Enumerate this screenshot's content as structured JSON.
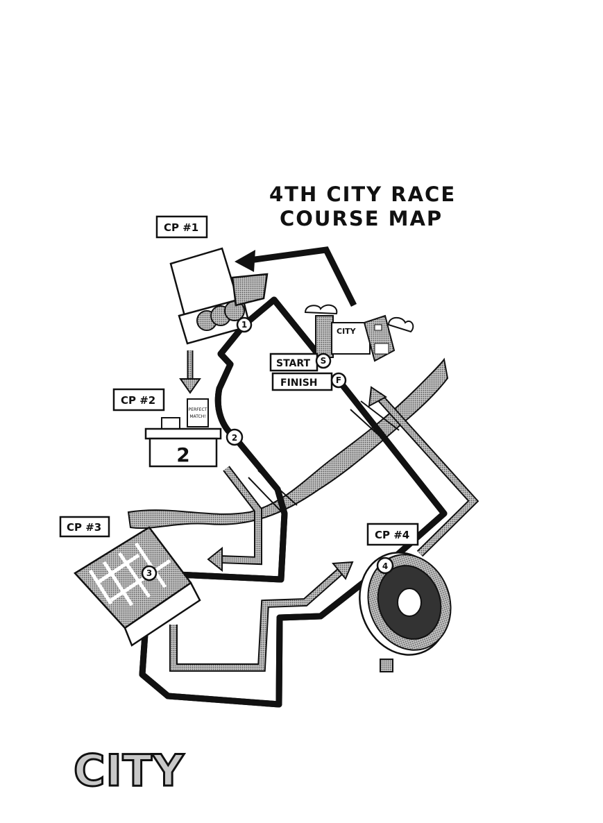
{
  "title": {
    "line1": "4TH CITY RACE",
    "line2": "COURSE MAP"
  },
  "checkpoints": [
    {
      "label": "CP #1",
      "marker": "1"
    },
    {
      "label": "CP #2",
      "marker": "2"
    },
    {
      "label": "CP #3",
      "marker": "3"
    },
    {
      "label": "CP #4",
      "marker": "4"
    }
  ],
  "start": {
    "label": "START",
    "marker": "S"
  },
  "finish": {
    "label": "FINISH",
    "marker": "F"
  },
  "cp2_sign": {
    "line1": "PERFECT",
    "line2": "MATCH!"
  },
  "cp2_desk_number": "2",
  "building_sign": "CITY",
  "section_title": "CITY",
  "colors": {
    "ink": "#111111",
    "tone": "#8c8c8c",
    "light_tone": "#c8c8c8",
    "paper": "#ffffff"
  }
}
